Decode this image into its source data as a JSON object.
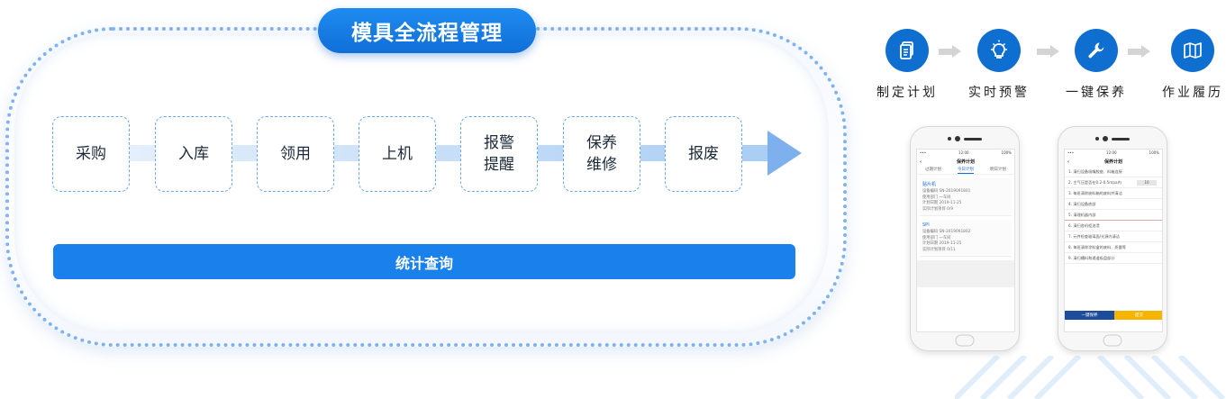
{
  "process": {
    "title": "模具全流程管理",
    "steps": [
      "采购",
      "入库",
      "领用",
      "上机",
      "报警\n提醒",
      "保养\n维修",
      "报废"
    ],
    "stats_label": "统计查询"
  },
  "features": [
    {
      "label": "制定计划",
      "icon": "document-stack-icon"
    },
    {
      "label": "实时预警",
      "icon": "lightbulb-icon"
    },
    {
      "label": "一键保养",
      "icon": "wrench-icon"
    },
    {
      "label": "作业履历",
      "icon": "map-book-icon"
    }
  ],
  "colors": {
    "primary": "#1a80eb",
    "icon_bg": "#0f6fd0",
    "accent_yellow": "#f4b400"
  },
  "phone_left": {
    "status_time": "12:00",
    "status_battery": "100%",
    "title": "保养计划",
    "tabs": [
      "过期计划",
      "今日计划",
      "明日计划"
    ],
    "cards": [
      {
        "name": "贴片机",
        "rows": [
          "设备编码  SN-2019091801",
          "使用部门  一车间",
          "计划日期  2019-11-25",
          "实际计划项目  0/9"
        ]
      },
      {
        "name": "SPI",
        "rows": [
          "设备编码  SN-2019091802",
          "使用部门  一车间",
          "计划日期  2019-11-25",
          "实际计划项目  0/11"
        ]
      }
    ]
  },
  "phone_right": {
    "status_time": "12:00",
    "status_battery": "100%",
    "title": "保养计划",
    "items": [
      "1. 清扫设备吸嘴胶座、料箱连接",
      "2. 主气压是否在0.2-0.5mpa内",
      "3. 每班清除废料箱的废料并清洁",
      "4. 清扫设备底部",
      "5. 清理机器内部",
      "6. 清扫各机柜油渍",
      "7. 元件检查玻璃面/光源内清洁",
      "8. 每班清除涂料盒的废料、质量等",
      "9. 清扫槽料和通道吸盘部分"
    ],
    "input_value": "10",
    "btn_primary": "一键保养",
    "btn_secondary": "提交"
  }
}
